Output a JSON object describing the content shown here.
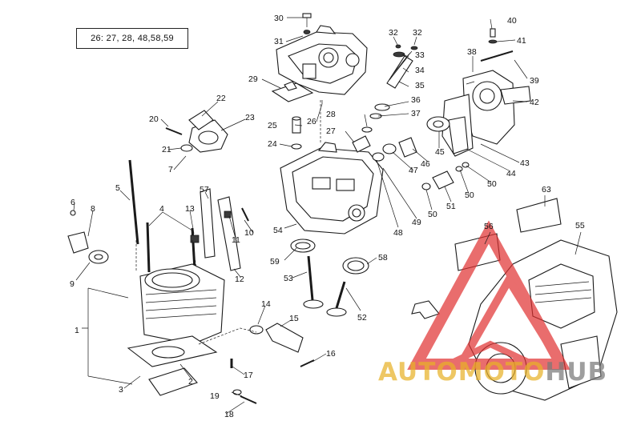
{
  "reference_note": "26: 27, 28, 48,58,59",
  "callouts": [
    "1",
    "2",
    "3",
    "4",
    "5",
    "6",
    "7",
    "8",
    "9",
    "10",
    "11",
    "12",
    "13",
    "14",
    "15",
    "16",
    "17",
    "18",
    "19",
    "20",
    "21",
    "22",
    "23",
    "24",
    "25",
    "26",
    "27",
    "28",
    "29",
    "30",
    "31",
    "32",
    "32",
    "33",
    "34",
    "35",
    "36",
    "37",
    "38",
    "39",
    "40",
    "41",
    "42",
    "43",
    "44",
    "45",
    "46",
    "47",
    "48",
    "49",
    "50",
    "50",
    "50",
    "51",
    "52",
    "53",
    "54",
    "55",
    "56",
    "57",
    "58",
    "59",
    "63"
  ],
  "watermark": {
    "part1": "AUTOMOTO",
    "part2": "HUB",
    "color_primary": "#e8b228",
    "color_secondary": "#787878",
    "logo_color": "#e03030"
  },
  "colors": {
    "ink": "#1a1a1a",
    "paper": "#ffffff"
  }
}
